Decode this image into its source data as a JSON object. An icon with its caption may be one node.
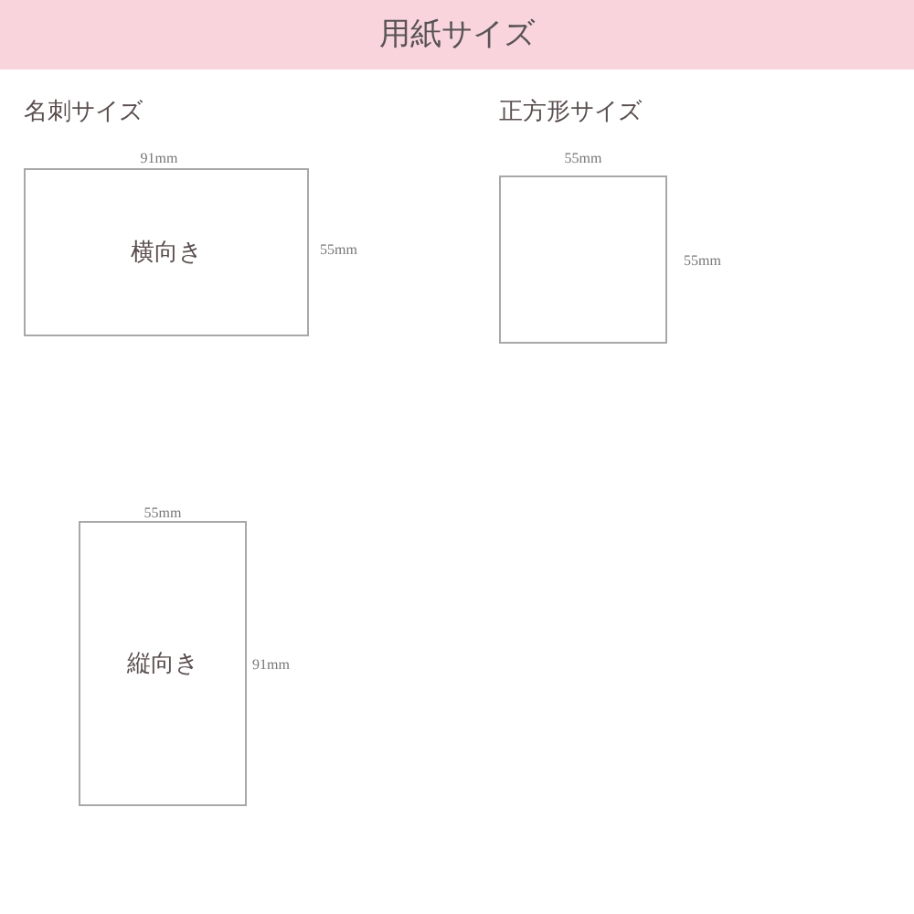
{
  "diagram": {
    "title": "用紙サイズ",
    "nodes": [
      {
        "text": [
          "横向き"
        ]
      },
      {
        "text": [],
        "shape": "box"
      },
      {
        "text": [
          "縦向き"
        ]
      }
    ],
    "edges": [],
    "labels": [
      "名刺サイズ",
      "正方形サイズ",
      "91mm",
      "55mm",
      "55mm",
      "55mm",
      "55mm",
      "91mm"
    ]
  }
}
